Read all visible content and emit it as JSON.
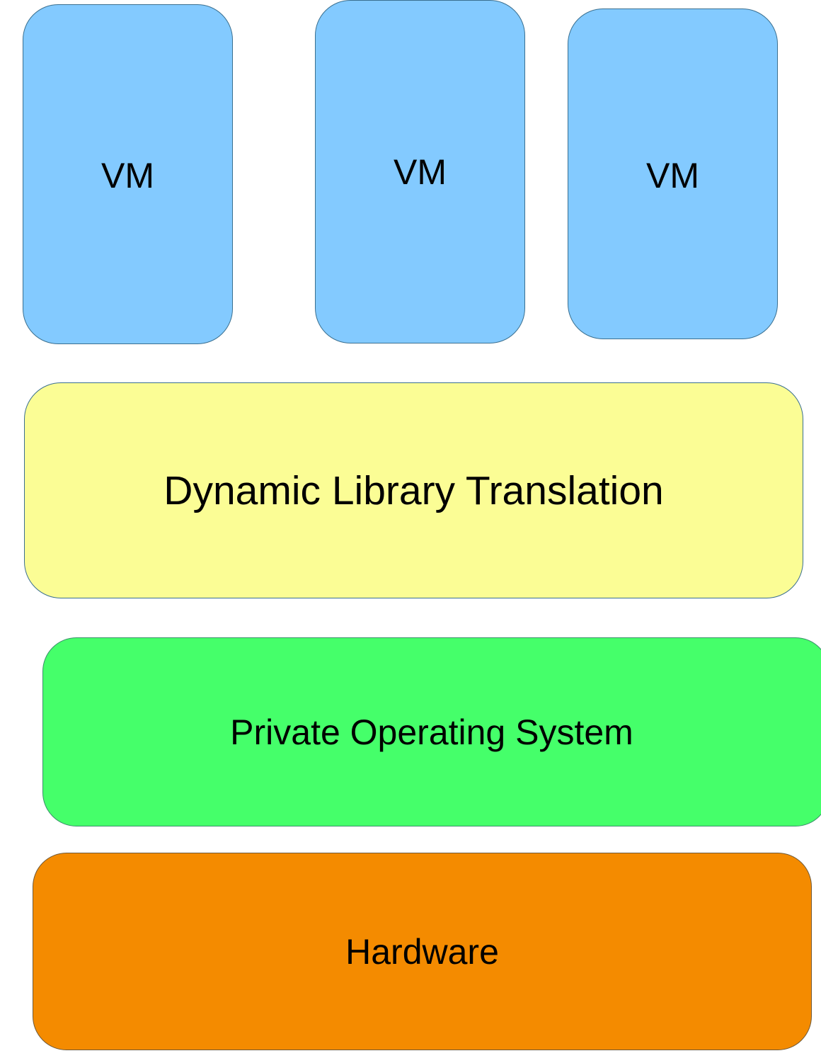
{
  "diagram": {
    "vms": [
      {
        "label": "VM"
      },
      {
        "label": "VM"
      },
      {
        "label": "VM"
      }
    ],
    "translation_layer": {
      "label": "Dynamic Library Translation"
    },
    "os_layer": {
      "label": "Private Operating System"
    },
    "hardware_layer": {
      "label": "Hardware"
    },
    "colors": {
      "vm": "#83caff",
      "translation": "#fbfd95",
      "os": "#45ff6a",
      "hardware": "#f48b00"
    }
  }
}
